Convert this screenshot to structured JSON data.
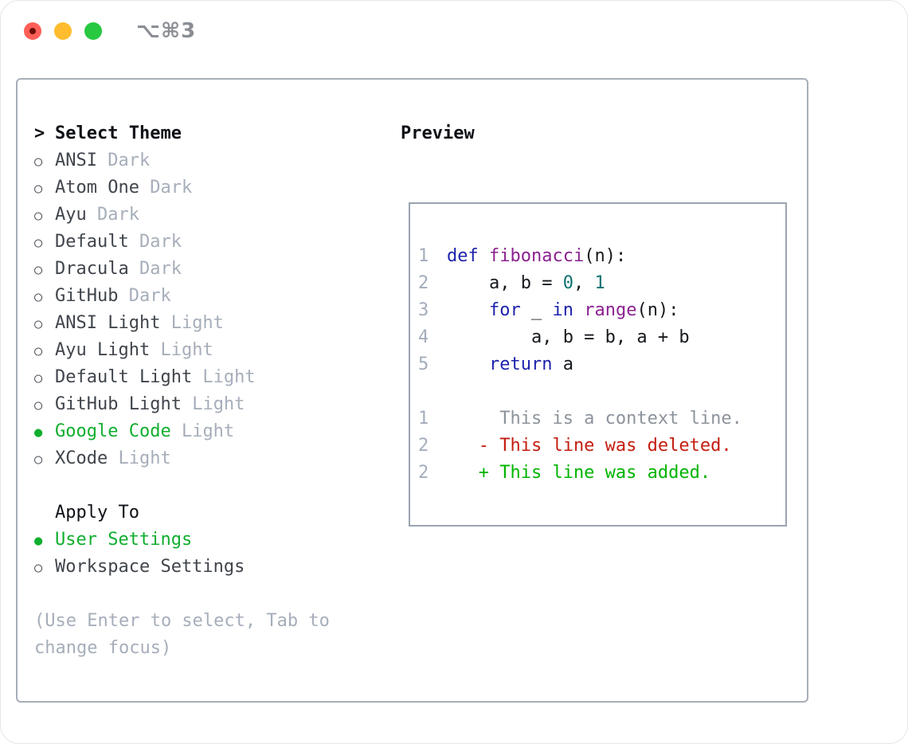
{
  "window": {
    "title": "⌥⌘3",
    "traffic_lights": [
      {
        "name": "close-button",
        "color": "#ff5f57"
      },
      {
        "name": "minimize-button",
        "color": "#febc2e"
      },
      {
        "name": "zoom-button",
        "color": "#28c840"
      }
    ]
  },
  "icons": {
    "radio_unselected": "○",
    "radio_selected": "●",
    "focus_arrow": ">"
  },
  "theme_panel": {
    "header_marker": ">",
    "header_label": "Select Theme",
    "themes": [
      {
        "name": "ANSI",
        "variant": "Dark",
        "selected": false
      },
      {
        "name": "Atom One",
        "variant": "Dark",
        "selected": false
      },
      {
        "name": "Ayu",
        "variant": "Dark",
        "selected": false
      },
      {
        "name": "Default",
        "variant": "Dark",
        "selected": false
      },
      {
        "name": "Dracula",
        "variant": "Dark",
        "selected": false
      },
      {
        "name": "GitHub",
        "variant": "Dark",
        "selected": false
      },
      {
        "name": "ANSI Light",
        "variant": "Light",
        "selected": false
      },
      {
        "name": "Ayu Light",
        "variant": "Light",
        "selected": false
      },
      {
        "name": "Default Light",
        "variant": "Light",
        "selected": false
      },
      {
        "name": "GitHub Light",
        "variant": "Light",
        "selected": false
      },
      {
        "name": "Google Code",
        "variant": "Light",
        "selected": true
      },
      {
        "name": "XCode",
        "variant": "Light",
        "selected": false
      }
    ],
    "apply_to": {
      "label": "Apply To",
      "options": [
        {
          "name": "User Settings",
          "selected": true
        },
        {
          "name": "Workspace Settings",
          "selected": false
        }
      ]
    },
    "hint": "(Use Enter to select, Tab to change focus)"
  },
  "preview": {
    "label": "Preview",
    "code_lines": [
      {
        "num": "1",
        "tokens": [
          {
            "text": "def",
            "type": "keyword"
          },
          {
            "text": " ",
            "type": "plain"
          },
          {
            "text": "fibonacci",
            "type": "function"
          },
          {
            "text": "(n):",
            "type": "plain"
          }
        ]
      },
      {
        "num": "2",
        "tokens": [
          {
            "text": "    a, b = ",
            "type": "plain"
          },
          {
            "text": "0",
            "type": "literal"
          },
          {
            "text": ", ",
            "type": "plain"
          },
          {
            "text": "1",
            "type": "literal"
          }
        ]
      },
      {
        "num": "3",
        "tokens": [
          {
            "text": "    ",
            "type": "plain"
          },
          {
            "text": "for",
            "type": "keyword"
          },
          {
            "text": " _ ",
            "type": "plain"
          },
          {
            "text": "in",
            "type": "keyword"
          },
          {
            "text": " ",
            "type": "plain"
          },
          {
            "text": "range",
            "type": "function"
          },
          {
            "text": "(n):",
            "type": "plain"
          }
        ]
      },
      {
        "num": "4",
        "tokens": [
          {
            "text": "        a, b = b, a + b",
            "type": "plain"
          }
        ]
      },
      {
        "num": "5",
        "tokens": [
          {
            "text": "    ",
            "type": "plain"
          },
          {
            "text": "return",
            "type": "keyword"
          },
          {
            "text": " a",
            "type": "plain"
          }
        ]
      }
    ],
    "diff_lines": [
      {
        "num": "1",
        "kind": "context",
        "text": "     This is a context line."
      },
      {
        "num": "2",
        "kind": "deleted",
        "text": "   - This line was deleted."
      },
      {
        "num": "2",
        "kind": "added",
        "text": "   + This line was added."
      }
    ]
  },
  "colors": {
    "selection_green": "#0fae2e",
    "keyword_blue": "#1e23ab",
    "function_purple": "#8b2190",
    "literal_teal": "#0e7070",
    "diff_deleted_red": "#c41e0f",
    "diff_added_green": "#00b400",
    "context_gray": "#8d939c",
    "muted_gray": "#a6aeba",
    "panel_border": "#a7aeb8"
  }
}
